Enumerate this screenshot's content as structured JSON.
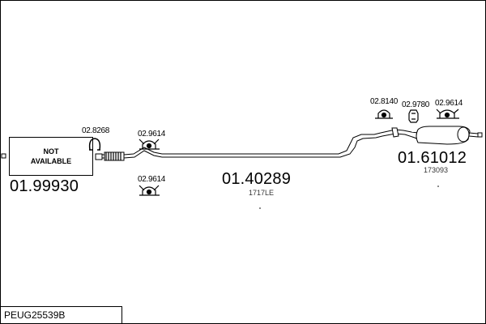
{
  "diagram": {
    "not_available_label": "NOT\nAVAILABLE",
    "sections": [
      {
        "part_number": "01.99930",
        "sub_label": ""
      },
      {
        "part_number": "01.40289",
        "sub_label": "1717LE"
      },
      {
        "part_number": "01.61012",
        "sub_label": "173093"
      }
    ],
    "fittings": [
      {
        "part_number": "02.8268"
      },
      {
        "part_number": "02.9614"
      },
      {
        "part_number": "02.9614"
      },
      {
        "part_number": "02.8140"
      },
      {
        "part_number": "02.9780"
      },
      {
        "part_number": "02.9614"
      }
    ],
    "vehicle_code": "PEUG25539B"
  }
}
